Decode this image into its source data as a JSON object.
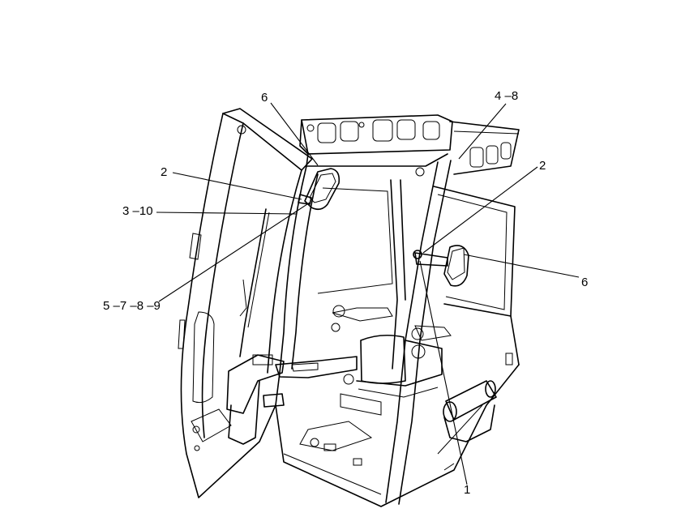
{
  "callouts": [
    {
      "id": "c6a",
      "text": "6"
    },
    {
      "id": "c48",
      "text": "4 –8"
    },
    {
      "id": "c2b",
      "text": "2"
    },
    {
      "id": "c2a",
      "text": "2"
    },
    {
      "id": "c310",
      "text": "3 –10"
    },
    {
      "id": "c5789",
      "text": "5 –7 –8 –9"
    },
    {
      "id": "c6b",
      "text": "6"
    },
    {
      "id": "c1",
      "text": "1"
    }
  ]
}
